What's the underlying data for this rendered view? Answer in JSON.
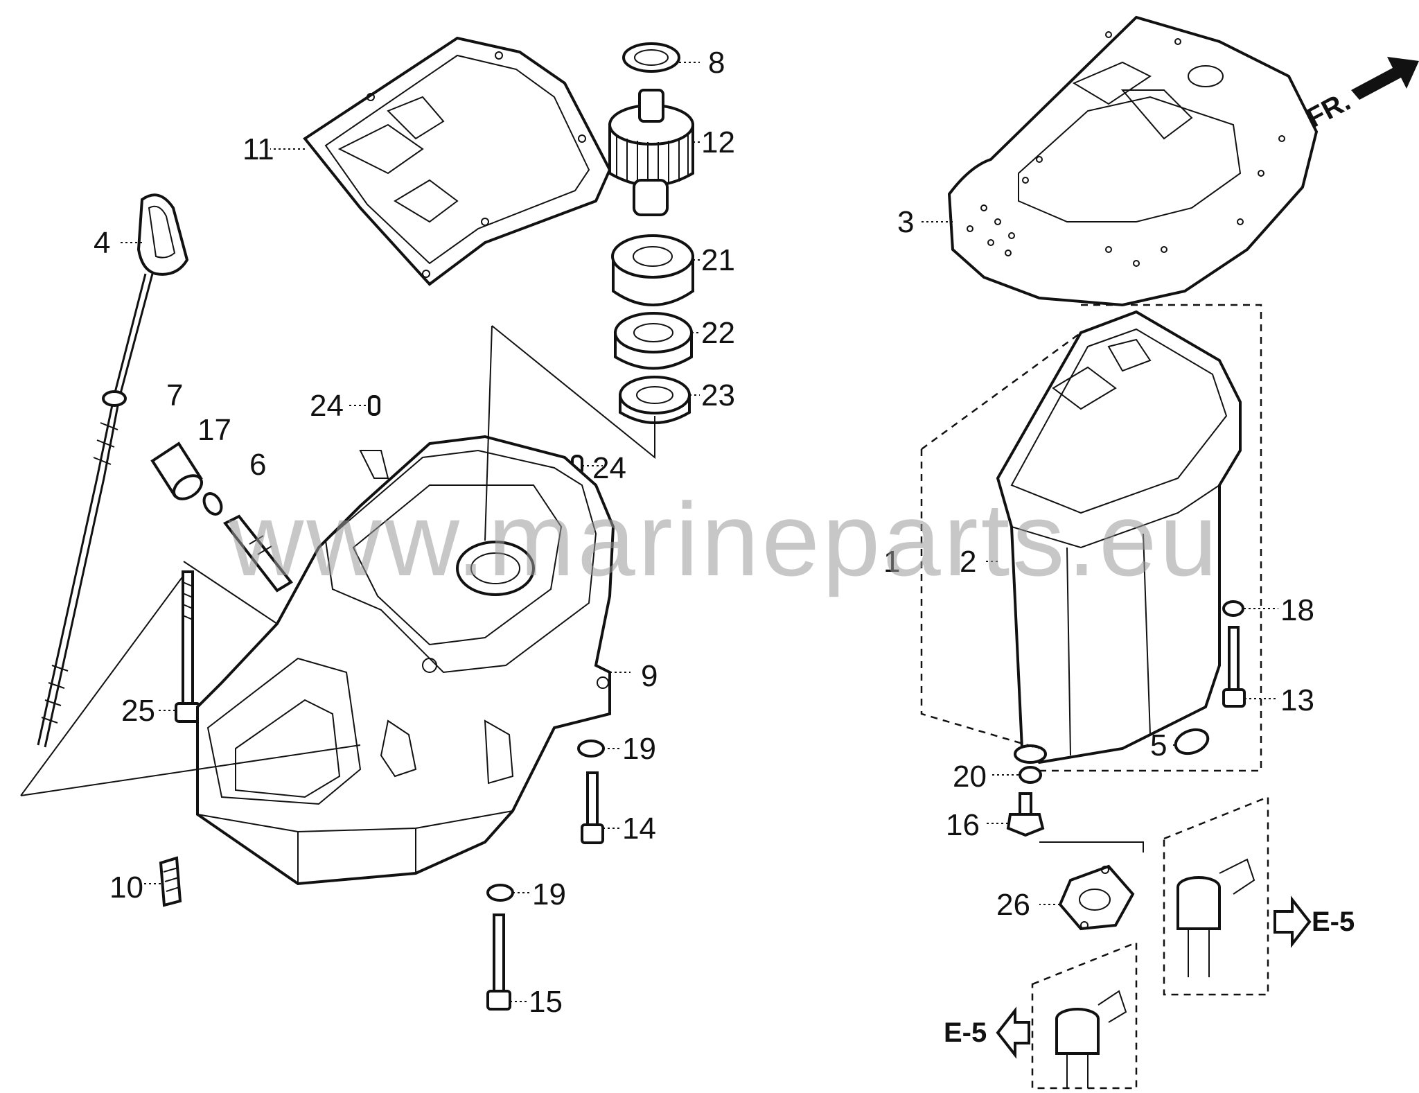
{
  "callouts": {
    "c1": "1",
    "c2": "2",
    "c3": "3",
    "c4": "4",
    "c5": "5",
    "c6": "6",
    "c7": "7",
    "c8": "8",
    "c9": "9",
    "c10": "10",
    "c11": "11",
    "c12": "12",
    "c13": "13",
    "c14": "14",
    "c15": "15",
    "c16": "16",
    "c17": "17",
    "c18": "18",
    "c19a": "19",
    "c19b": "19",
    "c20": "20",
    "c21": "21",
    "c22": "22",
    "c23": "23",
    "c24a": "24",
    "c24b": "24",
    "c25": "25",
    "c26": "26"
  },
  "refs": {
    "front": "FR.",
    "e5_right": "E-5",
    "e5_left": "E-5"
  },
  "watermark": "www.marineparts.eu"
}
